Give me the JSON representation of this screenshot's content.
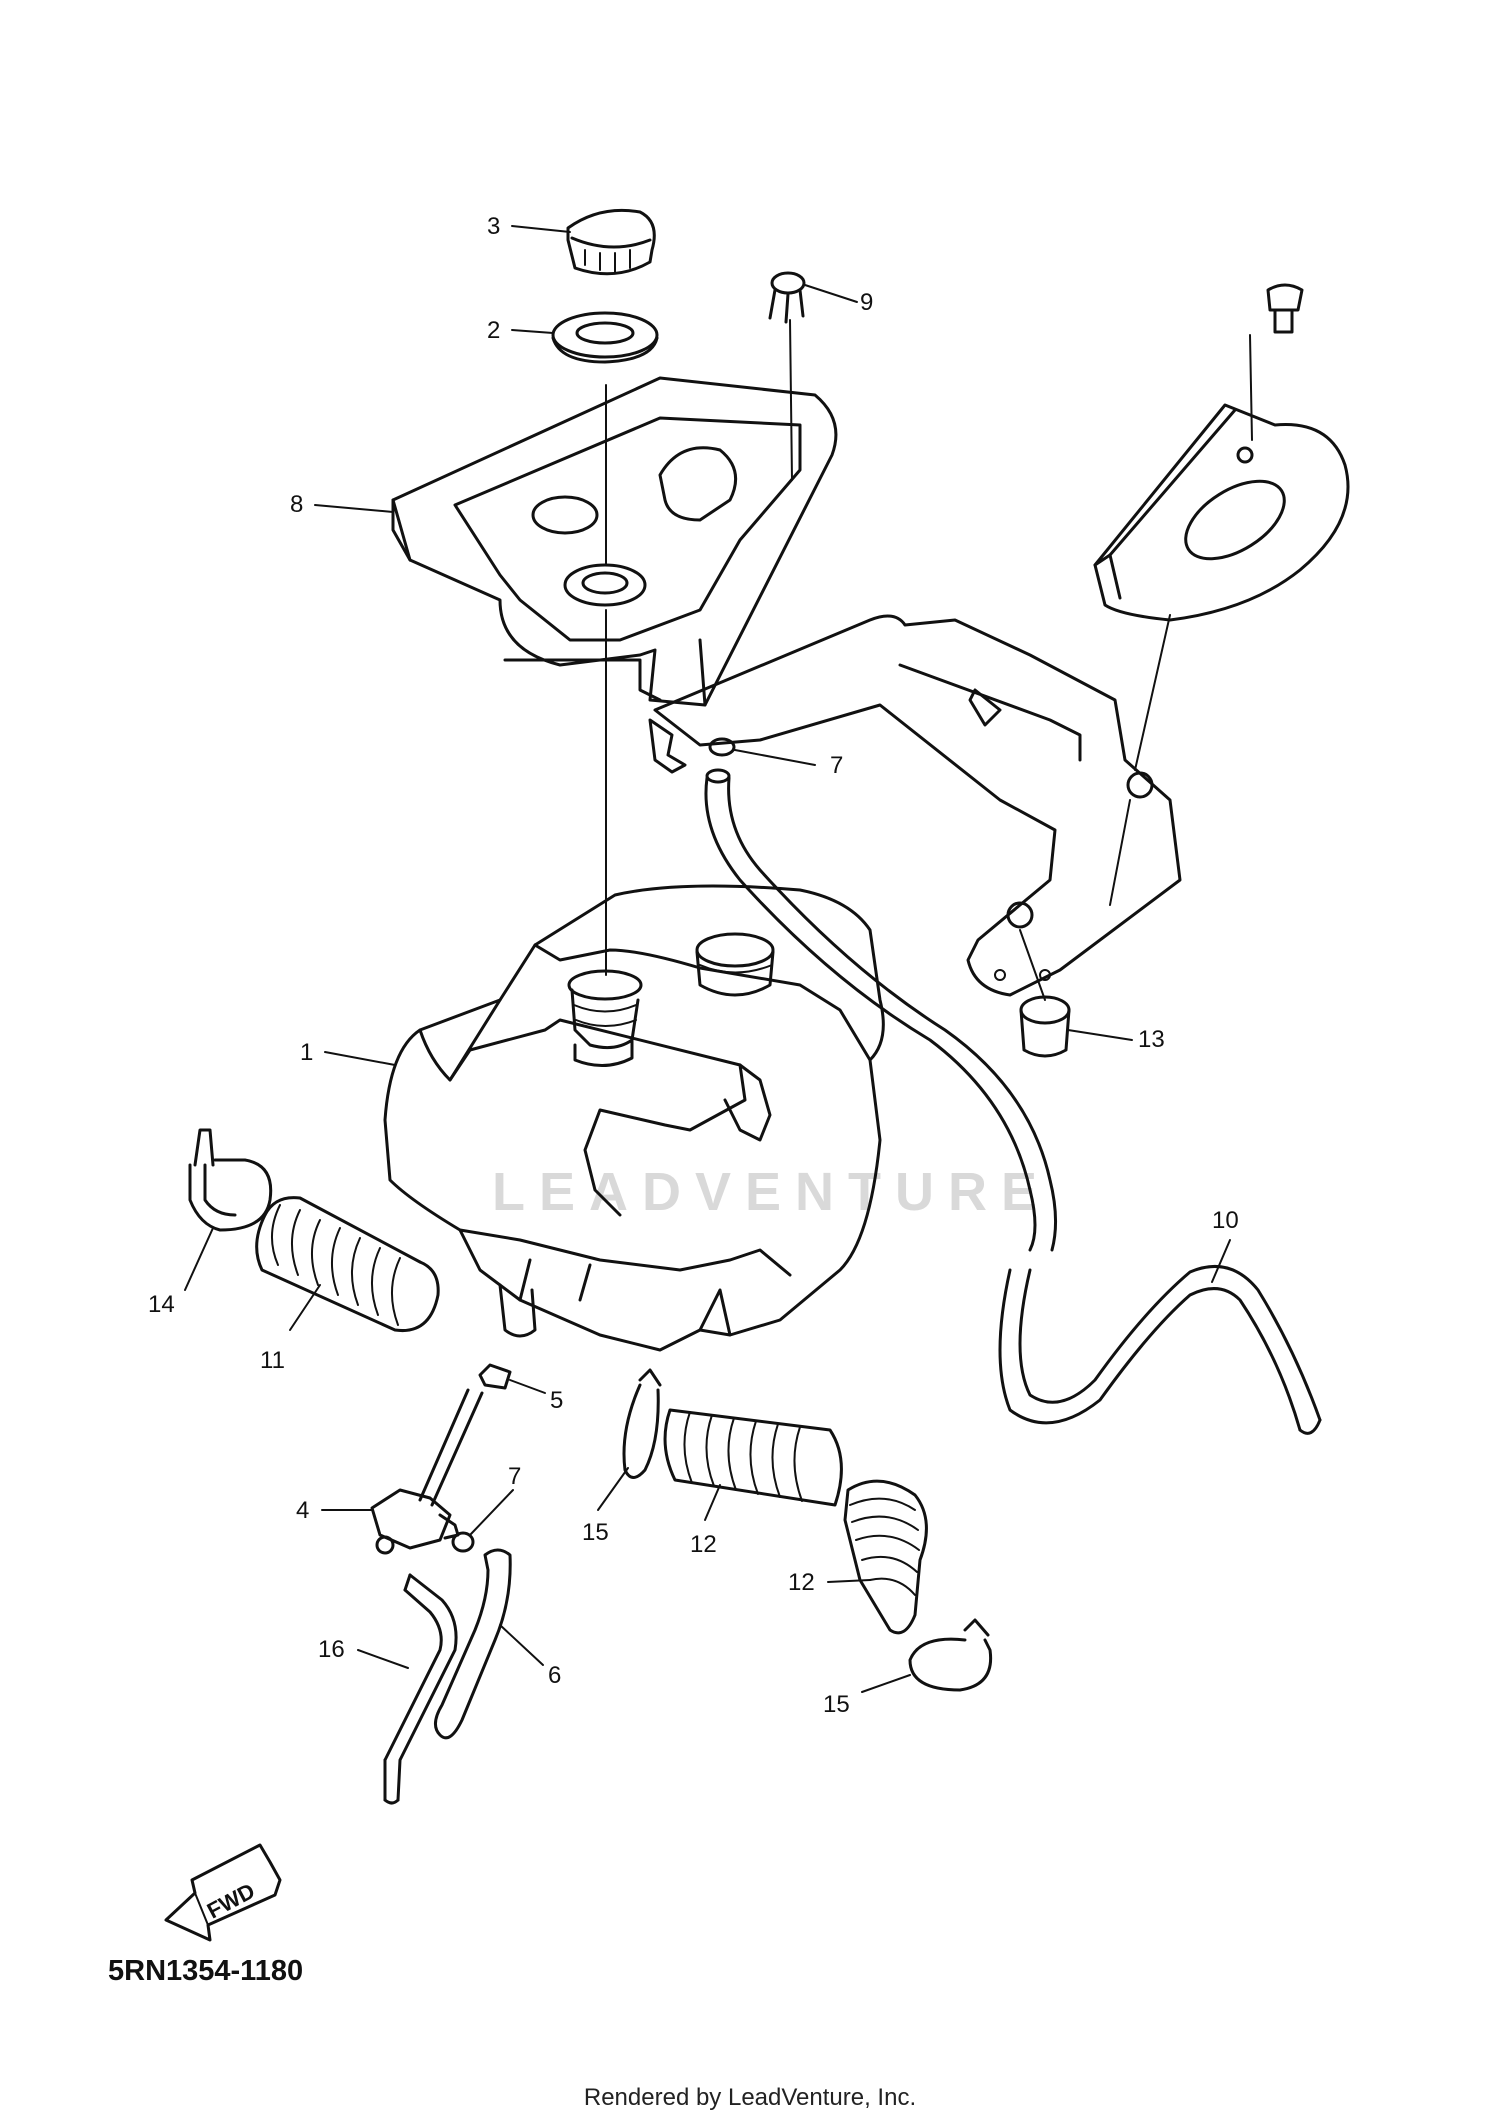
{
  "diagram": {
    "part_number": "5RN1354-1180",
    "footer": "Rendered by LeadVenture, Inc.",
    "watermark": "LEADVENTURE",
    "fwd_label": "FWD",
    "callouts": [
      {
        "id": "c1",
        "label": "1"
      },
      {
        "id": "c2",
        "label": "2"
      },
      {
        "id": "c3",
        "label": "3"
      },
      {
        "id": "c4",
        "label": "4"
      },
      {
        "id": "c5",
        "label": "5"
      },
      {
        "id": "c6",
        "label": "6"
      },
      {
        "id": "c7a",
        "label": "7"
      },
      {
        "id": "c7b",
        "label": "7"
      },
      {
        "id": "c8",
        "label": "8"
      },
      {
        "id": "c9",
        "label": "9"
      },
      {
        "id": "c10",
        "label": "10"
      },
      {
        "id": "c11",
        "label": "11"
      },
      {
        "id": "c12a",
        "label": "12"
      },
      {
        "id": "c12b",
        "label": "12"
      },
      {
        "id": "c13",
        "label": "13"
      },
      {
        "id": "c14",
        "label": "14"
      },
      {
        "id": "c15a",
        "label": "15"
      },
      {
        "id": "c15b",
        "label": "15"
      },
      {
        "id": "c16",
        "label": "16"
      }
    ]
  }
}
